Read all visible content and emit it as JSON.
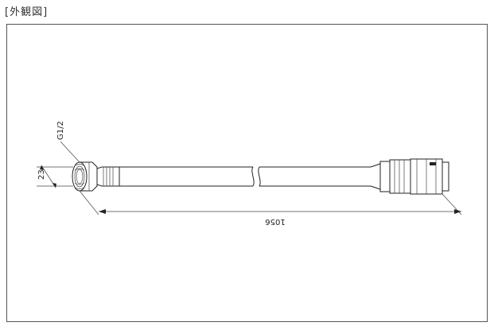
{
  "caption": "[外観図]",
  "dimensions": {
    "thread": "G1/2",
    "nut_width": "23",
    "length": "1056"
  }
}
